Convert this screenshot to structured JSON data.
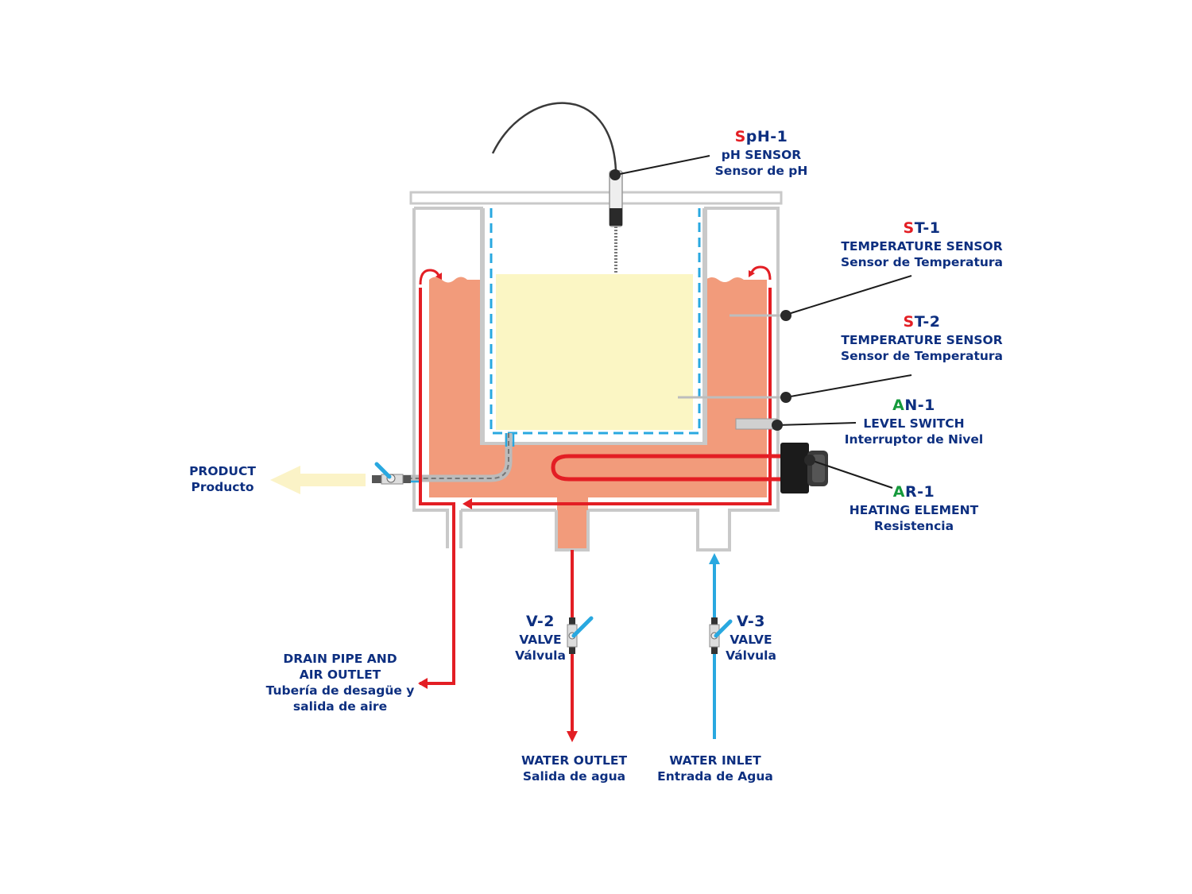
{
  "colors": {
    "outer_tank": "#c9c9c9",
    "hot_water": "#f29b7b",
    "product": "#fbf6c4",
    "hot_line": "#e31e24",
    "cold_line": "#29a8e0",
    "label_blue": "#0d2f80",
    "prefix_red": "#e31e24",
    "prefix_green": "#159a3c",
    "product_arrow": "#fbf3c7",
    "heater_body": "#1b1b1b"
  },
  "labels": {
    "ph_sensor": {
      "prefix": "S",
      "rest": "pH-1",
      "en": "pH SENSOR",
      "es": "Sensor de pH"
    },
    "st1": {
      "prefix": "S",
      "rest": "T-1",
      "en": "TEMPERATURE SENSOR",
      "es": "Sensor de Temperatura"
    },
    "st2": {
      "prefix": "S",
      "rest": "T-2",
      "en": "TEMPERATURE SENSOR",
      "es": "Sensor de Temperatura"
    },
    "an1": {
      "prefix": "A",
      "rest": "N-1",
      "en": "LEVEL SWITCH",
      "es": "Interruptor de Nivel"
    },
    "ar1": {
      "prefix": "A",
      "rest": "R-1",
      "en": "HEATING ELEMENT",
      "es": "Resistencia"
    },
    "v2": {
      "tag": "V-2",
      "en": "VALVE",
      "es": "Válvula"
    },
    "v3": {
      "tag": "V-3",
      "en": "VALVE",
      "es": "Válvula"
    },
    "product": {
      "en": "PRODUCT",
      "es": "Producto"
    },
    "drain": {
      "en1": "DRAIN PIPE AND",
      "en2": "AIR OUTLET",
      "es1": "Tubería de desagüe y",
      "es2": "salida de aire"
    },
    "water_outlet": {
      "en": "WATER OUTLET",
      "es": "Salida de agua"
    },
    "water_inlet": {
      "en": "WATER INLET",
      "es": "Entrada de Agua"
    }
  }
}
